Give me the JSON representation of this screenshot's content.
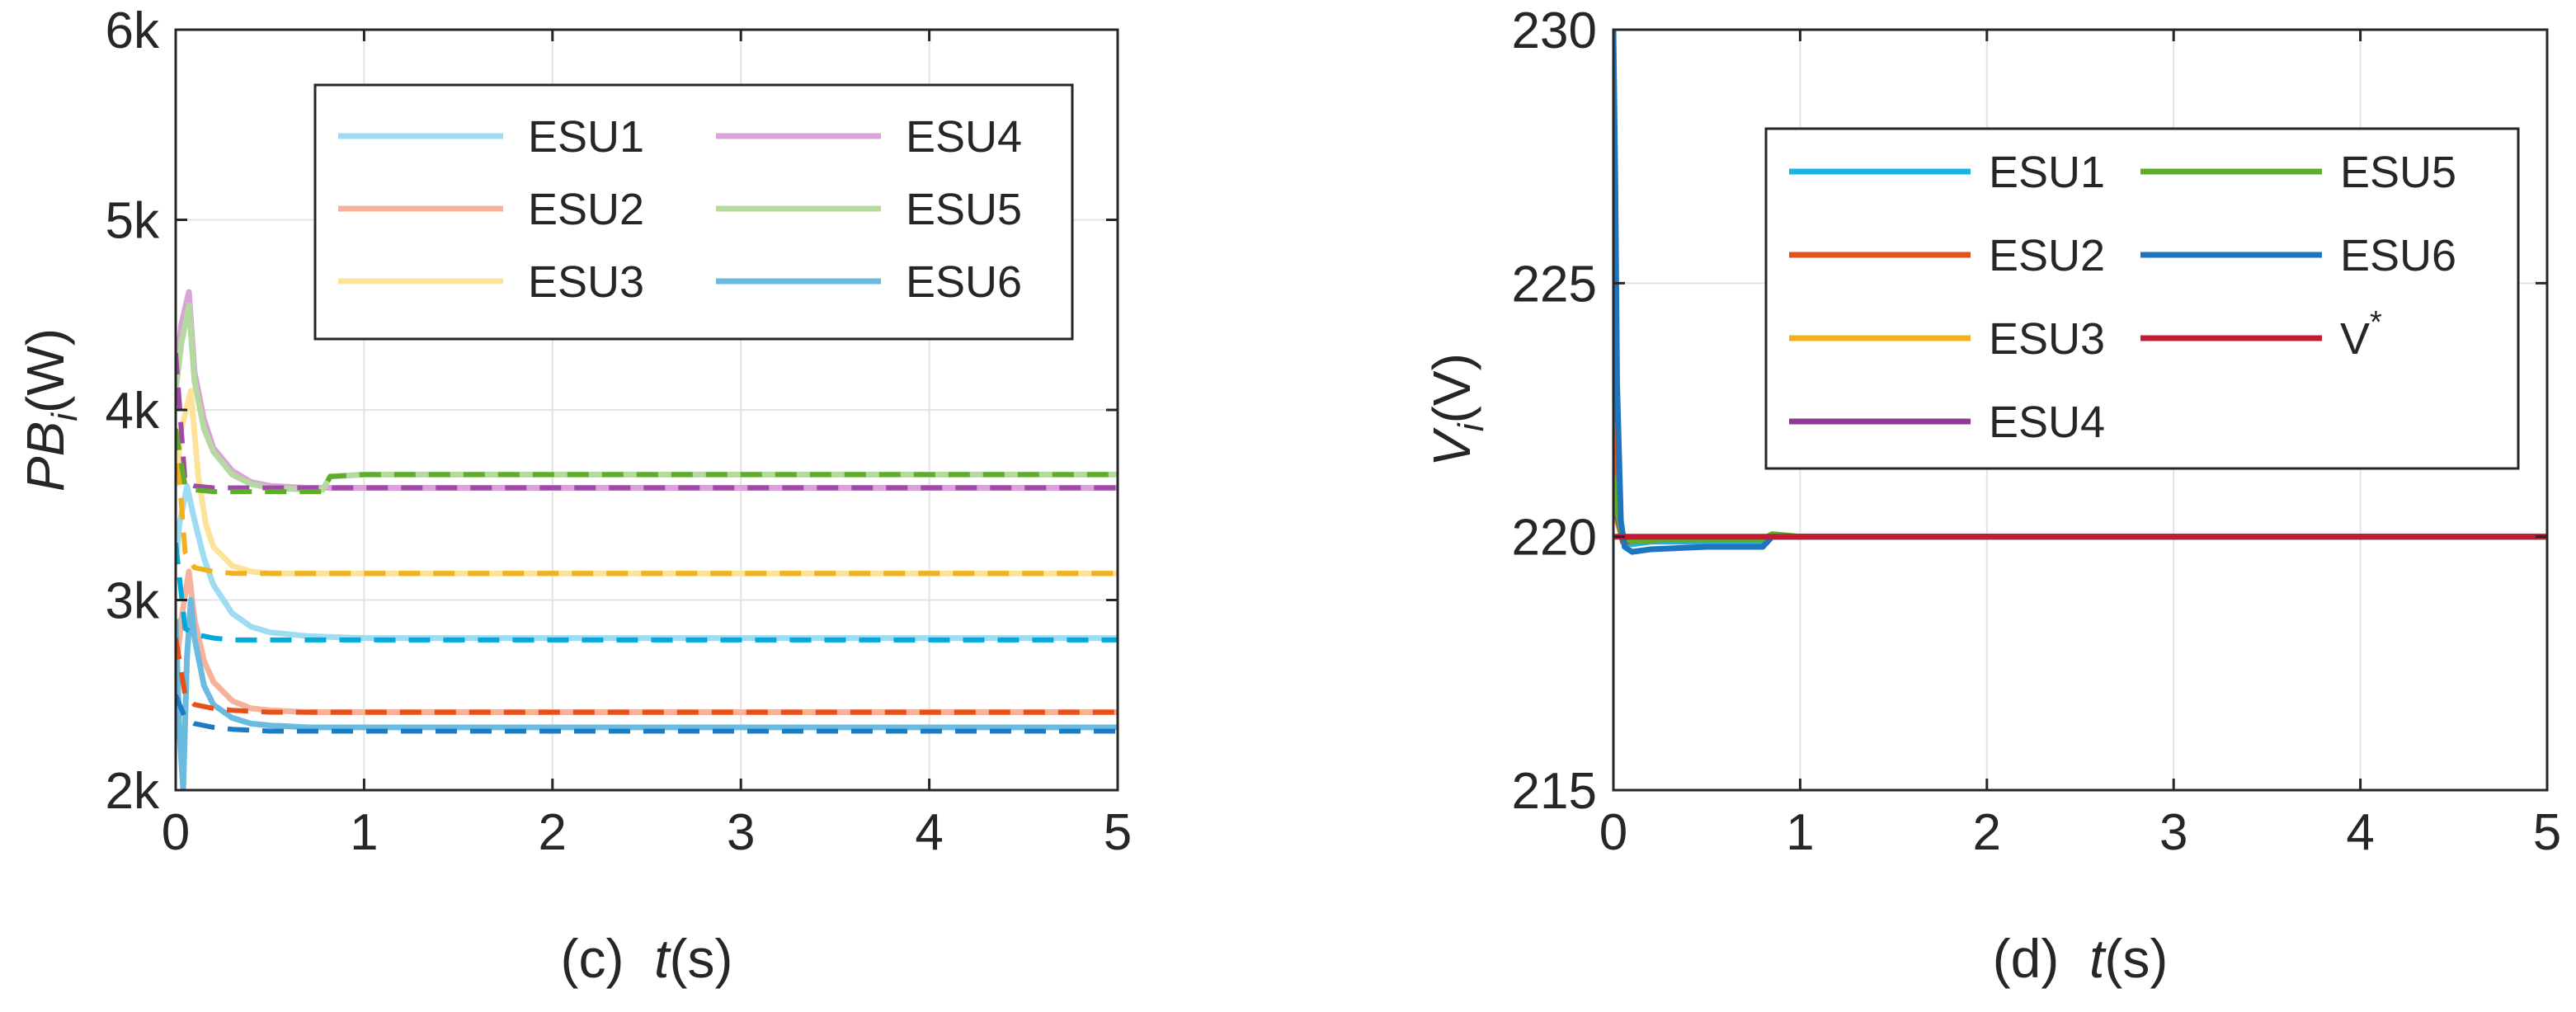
{
  "chart_data": [
    {
      "type": "line",
      "id": "c",
      "caption": {
        "prefix": "(c)",
        "var": "t",
        "unit": "(s)"
      },
      "ylabel": {
        "main": "PB",
        "sub": "i",
        "unit": "(W)"
      },
      "xlim": [
        0,
        5
      ],
      "ylim": [
        2000,
        6000
      ],
      "xticks": [
        0,
        1,
        2,
        3,
        4,
        5
      ],
      "xtick_labels": [
        "0",
        "1",
        "2",
        "3",
        "4",
        "5"
      ],
      "yticks": [
        2000,
        3000,
        4000,
        5000,
        6000
      ],
      "ytick_labels": [
        "2k",
        "3k",
        "4k",
        "5k",
        "6k"
      ],
      "grid": true,
      "legend": {
        "placement": "top-right",
        "columns": 2
      },
      "series": [
        {
          "name": "ESU1",
          "color": "#9ddcf2",
          "style": "solid",
          "x": [
            0,
            0.02,
            0.06,
            0.1,
            0.15,
            0.2,
            0.3,
            0.4,
            0.5,
            0.7,
            1,
            2,
            3,
            4,
            5
          ],
          "y": [
            3200,
            3400,
            3600,
            3420,
            3220,
            3080,
            2930,
            2860,
            2830,
            2810,
            2800,
            2800,
            2800,
            2800,
            2800
          ]
        },
        {
          "name": "ESU2",
          "color": "#f6b29a",
          "style": "solid",
          "x": [
            0,
            0.03,
            0.07,
            0.1,
            0.15,
            0.2,
            0.3,
            0.4,
            0.5,
            0.7,
            1,
            2,
            3,
            4,
            5
          ],
          "y": [
            2600,
            2900,
            3150,
            2900,
            2680,
            2570,
            2470,
            2430,
            2420,
            2410,
            2410,
            2410,
            2410,
            2410,
            2410
          ]
        },
        {
          "name": "ESU3",
          "color": "#fde39a",
          "style": "solid",
          "x": [
            0,
            0.03,
            0.08,
            0.12,
            0.16,
            0.2,
            0.3,
            0.4,
            0.5,
            0.7,
            1,
            2,
            3,
            4,
            5
          ],
          "y": [
            3600,
            3900,
            4100,
            3650,
            3400,
            3280,
            3180,
            3150,
            3140,
            3140,
            3140,
            3140,
            3140,
            3140,
            3140
          ]
        },
        {
          "name": "ESU4",
          "color": "#d7a3d9",
          "style": "solid",
          "x": [
            0,
            0.03,
            0.07,
            0.1,
            0.15,
            0.2,
            0.3,
            0.4,
            0.5,
            0.7,
            1,
            2,
            3,
            4,
            5
          ],
          "y": [
            4200,
            4450,
            4620,
            4200,
            3950,
            3800,
            3680,
            3620,
            3600,
            3590,
            3590,
            3590,
            3590,
            3590,
            3590
          ]
        },
        {
          "name": "ESU5",
          "color": "#b6d9a0",
          "style": "solid",
          "x": [
            0,
            0.03,
            0.07,
            0.1,
            0.15,
            0.2,
            0.3,
            0.4,
            0.5,
            0.7,
            0.78,
            0.82,
            1,
            2,
            3,
            4,
            5
          ],
          "y": [
            4100,
            4350,
            4550,
            4150,
            3900,
            3780,
            3660,
            3610,
            3590,
            3580,
            3580,
            3650,
            3660,
            3660,
            3660,
            3660,
            3660
          ]
        },
        {
          "name": "ESU6",
          "color": "#6bbbe0",
          "style": "solid",
          "x": [
            0,
            0.02,
            0.04,
            0.06,
            0.08,
            0.1,
            0.15,
            0.2,
            0.3,
            0.4,
            0.5,
            0.7,
            1,
            2,
            3,
            4,
            5
          ],
          "y": [
            2900,
            2300,
            2000,
            2700,
            3000,
            2800,
            2550,
            2450,
            2380,
            2350,
            2340,
            2330,
            2330,
            2330,
            2330,
            2330,
            2330
          ]
        },
        {
          "color": "#00aadd",
          "style": "dashed",
          "x": [
            0,
            0.05,
            0.1,
            0.2,
            0.3,
            0.5,
            1,
            2,
            3,
            4,
            5
          ],
          "y": [
            3300,
            2850,
            2820,
            2800,
            2790,
            2790,
            2790,
            2790,
            2790,
            2790,
            2790
          ]
        },
        {
          "color": "#e8501a",
          "style": "dashed",
          "x": [
            0,
            0.05,
            0.1,
            0.2,
            0.3,
            0.5,
            1,
            2,
            3,
            4,
            5
          ],
          "y": [
            2800,
            2500,
            2450,
            2430,
            2420,
            2410,
            2410,
            2410,
            2410,
            2410,
            2410
          ]
        },
        {
          "color": "#f2b01c",
          "style": "dashed",
          "x": [
            0,
            0.05,
            0.1,
            0.2,
            0.3,
            0.5,
            1,
            2,
            3,
            4,
            5
          ],
          "y": [
            3900,
            3250,
            3170,
            3150,
            3140,
            3140,
            3140,
            3140,
            3140,
            3140,
            3140
          ]
        },
        {
          "color": "#a04aa8",
          "style": "dashed",
          "x": [
            0,
            0.05,
            0.1,
            0.2,
            0.3,
            0.5,
            1,
            2,
            3,
            4,
            5
          ],
          "y": [
            4300,
            3620,
            3600,
            3590,
            3590,
            3590,
            3590,
            3590,
            3590,
            3590,
            3590
          ]
        },
        {
          "color": "#5fac2c",
          "style": "dashed",
          "x": [
            0,
            0.05,
            0.1,
            0.2,
            0.3,
            0.5,
            0.78,
            0.82,
            1,
            2,
            3,
            4,
            5
          ],
          "y": [
            3900,
            3600,
            3580,
            3570,
            3570,
            3570,
            3570,
            3650,
            3660,
            3660,
            3660,
            3660,
            3660
          ]
        },
        {
          "color": "#1b7cc4",
          "style": "dashed",
          "x": [
            0,
            0.05,
            0.1,
            0.2,
            0.3,
            0.5,
            1,
            2,
            3,
            4,
            5
          ],
          "y": [
            2500,
            2380,
            2350,
            2330,
            2320,
            2310,
            2310,
            2310,
            2310,
            2310,
            2310
          ]
        }
      ]
    },
    {
      "type": "line",
      "id": "d",
      "caption": {
        "prefix": "(d)",
        "var": "t",
        "unit": "(s)"
      },
      "ylabel": {
        "main": "V",
        "sub": "i",
        "unit": "(V)"
      },
      "xlim": [
        0,
        5
      ],
      "ylim": [
        215,
        230
      ],
      "xticks": [
        0,
        1,
        2,
        3,
        4,
        5
      ],
      "xtick_labels": [
        "0",
        "1",
        "2",
        "3",
        "4",
        "5"
      ],
      "yticks": [
        215,
        220,
        225,
        230
      ],
      "ytick_labels": [
        "215",
        "220",
        "225",
        "230"
      ],
      "grid": true,
      "legend": {
        "placement": "top-right",
        "columns": 2
      },
      "series": [
        {
          "name": "ESU1",
          "color": "#1bb5e3",
          "style": "solid",
          "x": [
            0,
            0.02,
            0.05,
            0.1,
            0.2,
            0.5,
            0.8,
            0.85,
            1,
            2,
            3,
            4,
            5
          ],
          "y": [
            221.5,
            220.5,
            219.9,
            219.85,
            219.9,
            219.9,
            219.9,
            220,
            220,
            220,
            220,
            220,
            220
          ]
        },
        {
          "name": "ESU2",
          "color": "#e2521a",
          "style": "solid",
          "x": [
            0,
            0.01,
            0.03,
            0.05,
            0.1,
            0.3,
            0.8,
            0.85,
            1,
            2,
            3,
            4,
            5
          ],
          "y": [
            224,
            222,
            220.2,
            219.9,
            219.9,
            219.95,
            219.95,
            220,
            220,
            220,
            220,
            220,
            220
          ]
        },
        {
          "name": "ESU3",
          "color": "#f2b01c",
          "style": "solid",
          "x": [
            0,
            0.02,
            0.05,
            0.1,
            0.3,
            0.8,
            0.85,
            1,
            2,
            3,
            4,
            5
          ],
          "y": [
            220.8,
            220.3,
            219.95,
            219.9,
            219.95,
            219.95,
            220,
            220,
            220,
            220,
            220,
            220
          ]
        },
        {
          "name": "ESU4",
          "color": "#8e3a96",
          "style": "solid",
          "x": [
            0,
            0.02,
            0.05,
            0.1,
            0.3,
            0.8,
            0.85,
            1,
            2,
            3,
            4,
            5
          ],
          "y": [
            221,
            220.4,
            219.95,
            219.9,
            219.95,
            219.95,
            220,
            220,
            220,
            220,
            220,
            220
          ]
        },
        {
          "name": "ESU5",
          "color": "#5fac2c",
          "style": "solid",
          "x": [
            0,
            0.02,
            0.05,
            0.1,
            0.3,
            0.8,
            0.85,
            1,
            2,
            3,
            4,
            5
          ],
          "y": [
            221.2,
            220.5,
            220,
            219.9,
            219.95,
            219.95,
            220.05,
            220,
            220,
            220,
            220,
            220
          ]
        },
        {
          "name": "ESU6",
          "color": "#1e74bd",
          "style": "solid",
          "x": [
            0,
            0.01,
            0.02,
            0.04,
            0.06,
            0.1,
            0.2,
            0.5,
            0.8,
            0.85,
            1,
            2,
            3,
            4,
            5
          ],
          "y": [
            230,
            227,
            223,
            220.3,
            219.8,
            219.7,
            219.75,
            219.8,
            219.8,
            220,
            220,
            220,
            220,
            220,
            220
          ]
        },
        {
          "name": "V",
          "name_sup": "*",
          "color": "#c01c34",
          "style": "solid",
          "x": [
            0,
            5
          ],
          "y": [
            220,
            220
          ]
        }
      ]
    }
  ]
}
